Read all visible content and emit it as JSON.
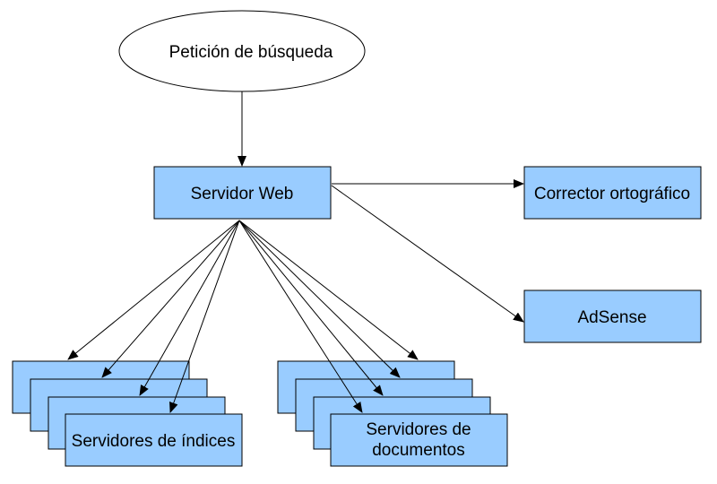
{
  "nodes": {
    "request": {
      "label": "Petición de búsqueda"
    },
    "web_server": {
      "label": "Servidor Web"
    },
    "spell_checker": {
      "label": "Corrector ortográfico"
    },
    "adsense": {
      "label": "AdSense"
    },
    "index_servers": {
      "label": "Servidores de índices"
    },
    "doc_servers": {
      "label_line1": "Servidores de",
      "label_line2": "documentos"
    }
  },
  "colors": {
    "box_fill": "#99ccff",
    "stroke": "#000000",
    "ellipse_fill": "#ffffff"
  }
}
